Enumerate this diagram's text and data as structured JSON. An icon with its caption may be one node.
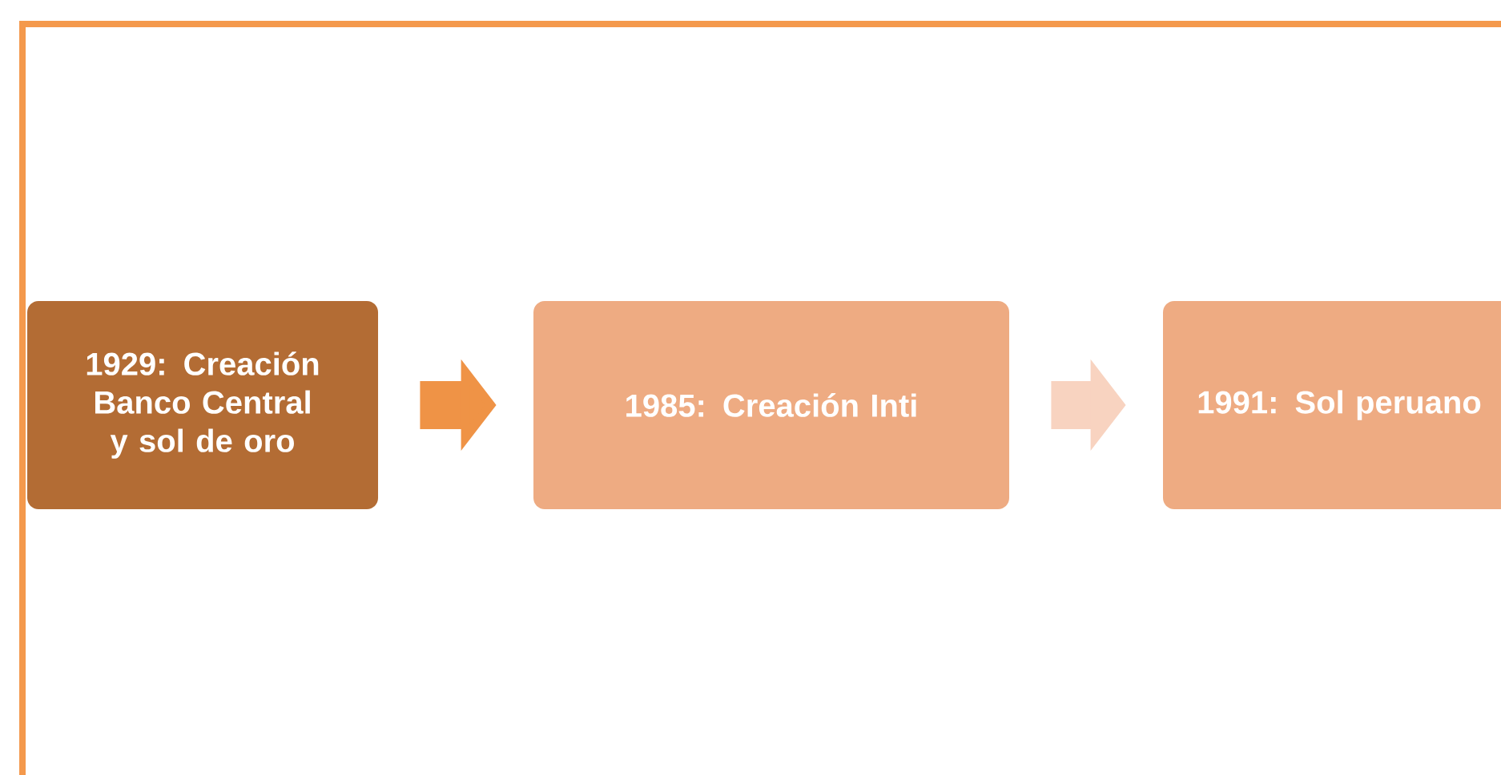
{
  "diagram": {
    "nodes": [
      {
        "text": [
          "1929: Creación Banco Central y sol de oro"
        ]
      },
      {
        "text": [
          "1985: Creación Inti"
        ]
      },
      {
        "text": [
          "1991: Sol peruano"
        ]
      }
    ],
    "edges": [
      {
        "from": 0,
        "to": 1,
        "arrow": "to",
        "color": "#ef9346"
      },
      {
        "from": 1,
        "to": 2,
        "arrow": "to",
        "color": "#f8d3c0"
      }
    ]
  }
}
